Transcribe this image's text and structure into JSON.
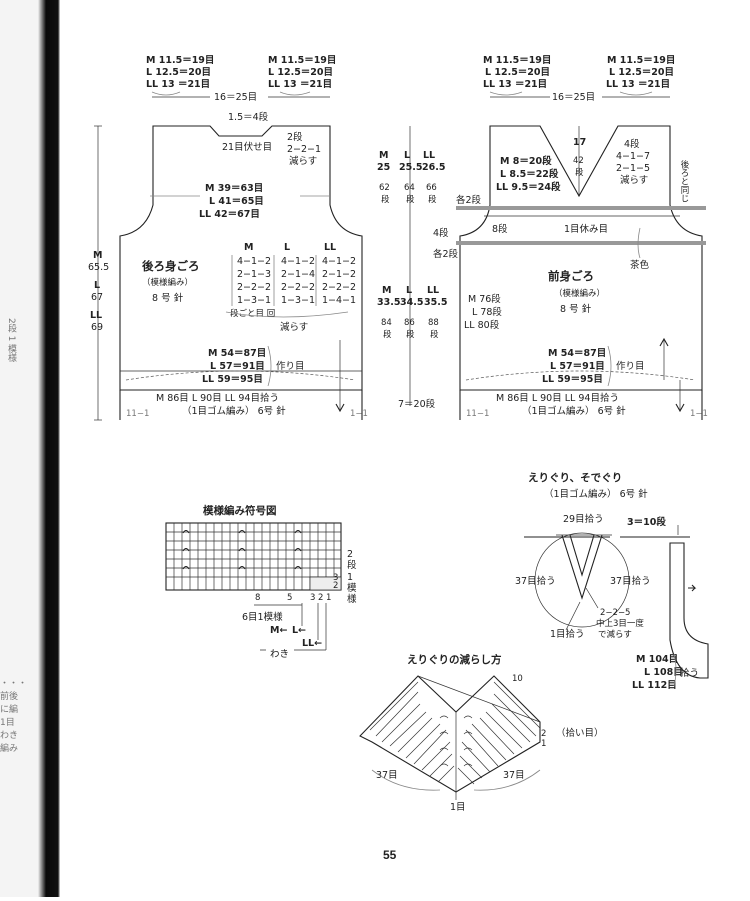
{
  "margin": {
    "vert_note": "2段 1 模様",
    "lines": [
      "・・・",
      "前後",
      "に編",
      "1目",
      "わき",
      "編み"
    ]
  },
  "back": {
    "shoulder_left": [
      "M 11.5＝19目",
      "L 12.5＝20目",
      "LL 13 ＝21目"
    ],
    "shoulder_right": [
      "M 11.5＝19目",
      "L 12.5＝20目",
      "LL 13 ＝21目"
    ],
    "neck_width": "16＝25目",
    "neck_rows": "1.5＝4段",
    "neck_note1": "2段",
    "neck_note2": "2−2−1",
    "neck_note3": "減らす",
    "bindoff": "21目伏せ目",
    "height_label": [
      "M",
      "65.5",
      "L",
      "67",
      "LL",
      "69"
    ],
    "armhole": [
      "M 39＝63目",
      "L 41＝65目",
      "LL 42＝67目"
    ],
    "title": "後ろ身ごろ",
    "pattern": "（模様編み）",
    "needle": "8 号 針",
    "dec_header": [
      "M",
      "L",
      "LL"
    ],
    "dec_rows": [
      [
        "4−1−2",
        "4−1−2",
        "4−1−2"
      ],
      [
        "2−1−3",
        "2−1−4",
        "2−1−2"
      ],
      [
        "2−2−2",
        "2−2−2",
        "2−2−2"
      ],
      [
        "1−3−1",
        "1−3−1",
        "1−4−1"
      ]
    ],
    "dec_note1": "段ごと目 回",
    "dec_note2": "減らす",
    "hem_sts": [
      "M 54＝87目",
      "L 57＝91目",
      "LL 59＝95目"
    ],
    "make_sts": "作り目",
    "pickup": "M 86目  L 90目  LL 94目拾う",
    "ribbing": "（1目ゴム編み） 6号 針",
    "corner_l": "11−1",
    "corner_r": "1−1"
  },
  "middle": {
    "header": [
      "M",
      "L",
      "LL"
    ],
    "row1": [
      "25",
      "25.5",
      "26.5"
    ],
    "row1_sub": [
      "62",
      "64",
      "66"
    ],
    "unit": "段",
    "row2": [
      "33.5",
      "34.5",
      "35.5"
    ],
    "row2_sub": [
      "84",
      "86",
      "88"
    ],
    "bottom": "7＝20段"
  },
  "front": {
    "shoulder_left": [
      "M 11.5＝19目",
      "L 12.5＝20目",
      "LL 13 ＝21目"
    ],
    "shoulder_right": [
      "M 11.5＝19目",
      "L 12.5＝20目",
      "LL 13 ＝21目"
    ],
    "neck_width": "16＝25目",
    "v_depth": [
      "17",
      "42",
      "段"
    ],
    "v_rows": [
      "M 8＝20段",
      "L 8.5＝22段",
      "LL 9.5＝24段"
    ],
    "v_dec": [
      "4段",
      "4−1−7",
      "2−1−5",
      "減らす"
    ],
    "same_as_back": "後ろと同じ",
    "stripe_left": "各2段",
    "stripe_mid": "8段",
    "hold": "1目休み目",
    "rows4": "4段",
    "rows2": "各2段",
    "color": "茶色",
    "title": "前身ごろ",
    "pattern": "（模様編み）",
    "needle": "8 号 針",
    "side_rows": [
      "M 76段",
      "L 78段",
      "LL 80段"
    ],
    "hem_sts": [
      "M 54＝87目",
      "L 57＝91目",
      "LL 59＝95目"
    ],
    "make_sts": "作り目",
    "pickup": "M 86目  L 90目  LL 94目拾う",
    "ribbing": "（1目ゴム編み） 6号 針",
    "corner_l": "11−1",
    "corner_r": "1−1"
  },
  "chart": {
    "title": "模様編み符号図",
    "right_note": [
      "2",
      "段",
      "1",
      "模",
      "様"
    ],
    "numbers": [
      "8",
      "5",
      "3",
      "2",
      "1"
    ],
    "row_nums": [
      "3",
      "2",
      "1"
    ],
    "repeat": "6目1模様",
    "size_m": "M←",
    "size_l": "L←",
    "size_ll": "LL←",
    "side": "わき"
  },
  "neckband": {
    "title": "えりぐり、そでぐり",
    "subtitle": "（1目ゴム編み） 6号 針",
    "top_pick": "29目拾う",
    "rows": "3＝10段",
    "left_pick": "37目拾う",
    "right_pick": "37目拾う",
    "center_pick": "1目拾う",
    "dec_note": [
      "2−2−5",
      "中上3目一度",
      "で減らす"
    ],
    "arm_pick": [
      "M 104目",
      "L 108目",
      "LL 112目"
    ],
    "arm_pick_label": "拾う"
  },
  "vneck": {
    "title": "えりぐりの減らし方",
    "row_top": "10",
    "row_1": "1",
    "row_2": "2",
    "pick_note": "（拾い目）",
    "left": "37目",
    "right": "37目",
    "center": "1目"
  },
  "page_number": "55"
}
